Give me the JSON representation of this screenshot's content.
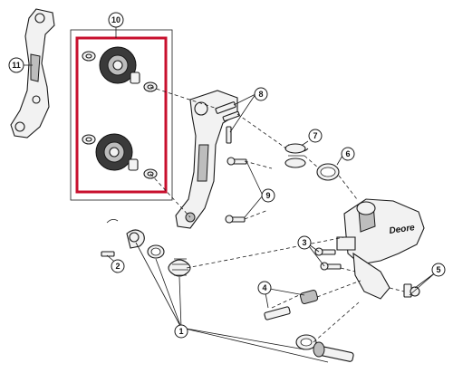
{
  "diagram": {
    "callouts": [
      "1",
      "2",
      "3",
      "4",
      "5",
      "6",
      "7",
      "8",
      "9",
      "10",
      "11"
    ],
    "brand_text": "Deore",
    "highlight_color": "#c8102e"
  }
}
